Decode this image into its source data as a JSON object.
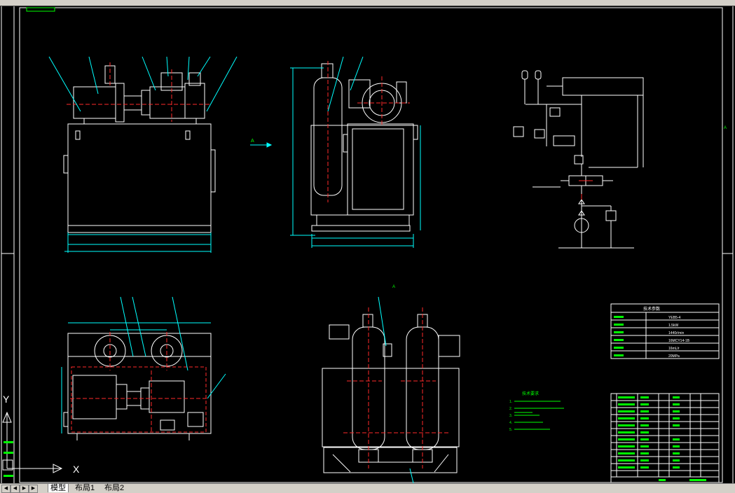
{
  "top_tabs": [
    "",
    "",
    "",
    "",
    "",
    "",
    ""
  ],
  "layout_tabs": [
    {
      "label": "模型",
      "active": true
    },
    {
      "label": "布局1",
      "active": false
    },
    {
      "label": "布局2",
      "active": false
    }
  ],
  "axes": {
    "y_label": "Y",
    "x_label": "X"
  },
  "drawing": {
    "section_marker_a": "A",
    "right_frame_marker": "A",
    "spec_table_title": "技术参数",
    "spec_values": [
      "YEB5-4",
      "1.5kW",
      "1440r/min",
      "16MCY14-1B",
      "16mL/r",
      "20MPa"
    ],
    "notes_title": "技术要求",
    "notes_lines": [
      "1.",
      "2.",
      "3.",
      "4.",
      "5."
    ]
  },
  "colors": {
    "background": "#000000",
    "linework": "#ffffff",
    "centerline": "#ff2a2a",
    "dimension": "#00ffff",
    "annotation": "#00ff00",
    "leader": "#00ffff"
  },
  "icons": [
    "ucs-axis-icon",
    "first-page-icon",
    "prev-page-icon",
    "next-page-icon",
    "last-page-icon"
  ]
}
